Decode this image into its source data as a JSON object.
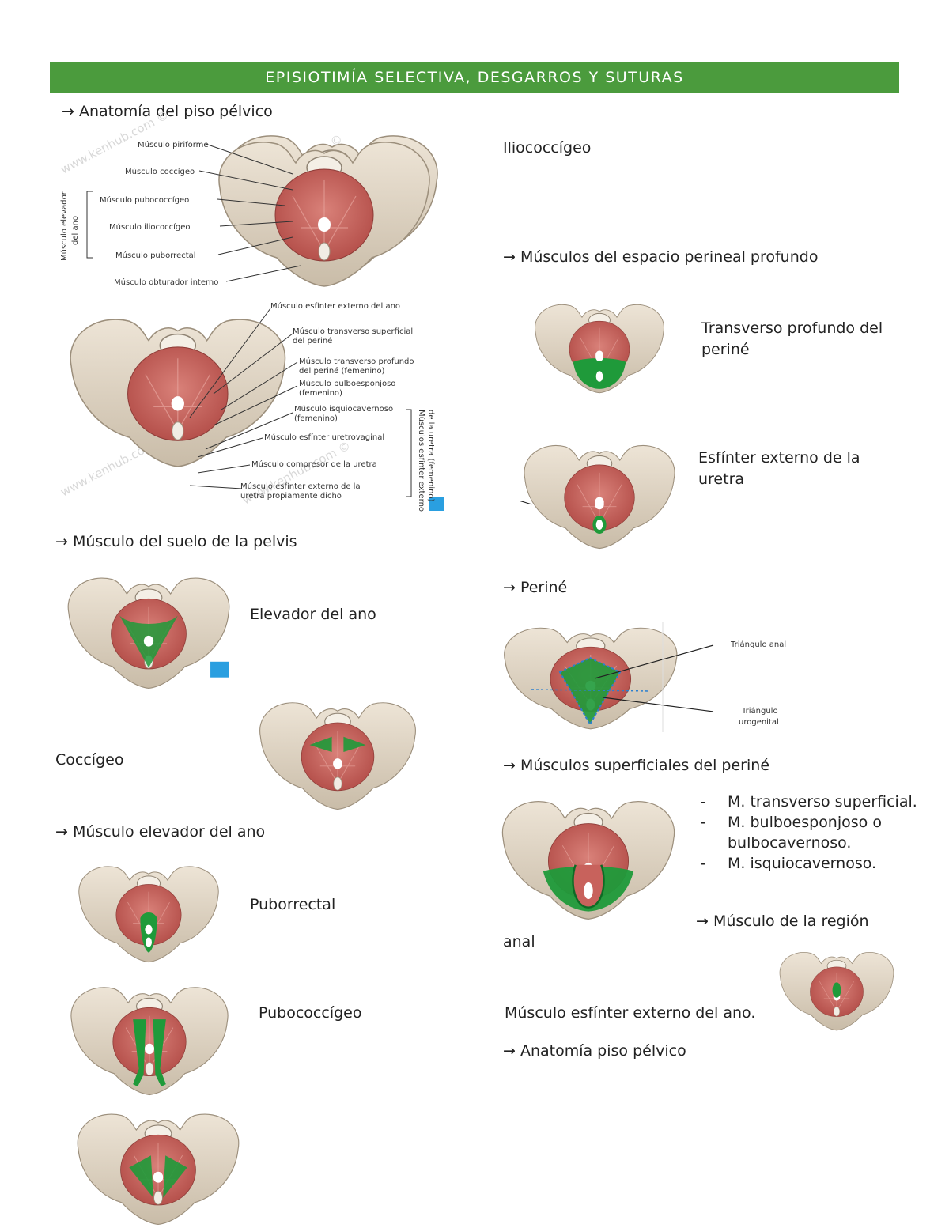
{
  "banner": {
    "title": "EPISIOTIMÍA SELECTIVA, DESGARROS Y SUTURAS"
  },
  "left": {
    "h_anatomia": "→ Anatomía del piso pélvico",
    "fig1_labels": [
      "Músculo piriforme",
      "Músculo coccígeo",
      "Músculo pubococcígeo",
      "Músculo iliococcígeo",
      "Músculo puborrectal",
      "Músculo obturador interno"
    ],
    "fig1_bracket": [
      "Músculo elevador",
      "del ano"
    ],
    "fig2_labels": [
      "Músculo esfínter externo del ano",
      "Músculo transverso superficial",
      "del periné",
      "Músculo transverso profundo",
      "del periné (femenino)",
      "Músculo bulboesponjoso",
      "(femenino)",
      "Músculo isquiocavernoso",
      "(femenino)",
      "Músculo esfínter uretrovaginal",
      "Músculo compresor de la uretra",
      "Músculo esfínter externo de la",
      "uretra propiamente dicho"
    ],
    "fig2_bracket": [
      "Músculos esfínter externo",
      "de la uretra (femenino)"
    ],
    "watermark": "www.kenhub.com ©",
    "h_suelo": "→ Músculo del suelo de la pelvis",
    "elevador": "Elevador del ano",
    "coccigeo": "Coccígeo",
    "h_elevador": "→ Músculo elevador del ano",
    "puborrectal": "Puborrectal",
    "pubococcigeo": "Pubococcígeo"
  },
  "right": {
    "iliococcigeo": "Iliococcígeo",
    "h_profundo": "→ Músculos del espacio perineal profundo",
    "transverso_profundo": "Transverso profundo del periné",
    "esfinter_uretra": "Esfínter externo de la uretra",
    "h_perine": "→ Periné",
    "triangulo_anal": "Triángulo anal",
    "triangulo_urogenital": [
      "Triángulo",
      "urogenital"
    ],
    "h_superficiales": "→ Músculos superficiales del periné",
    "list_superficiales": [
      "M. transverso superficial.",
      "M. bulboesponjoso o bulbocavernoso.",
      "M. isquiocavernoso."
    ],
    "h_region_anal_1": "→ Músculo de la región",
    "h_region_anal_2": "anal",
    "esfinter_ano": "Músculo esfínter externo del ano.",
    "h_anatomia2": "→ Anatomía piso pélvico"
  },
  "colors": {
    "banner": "#4b9b3d",
    "bone": "#d9cdbb",
    "muscle": "#c8625c",
    "highlight": "#1f9a3a"
  }
}
